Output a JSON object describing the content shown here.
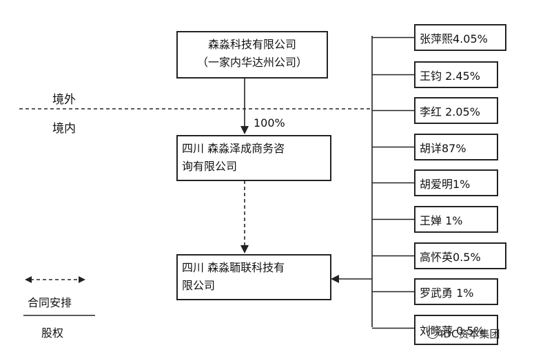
{
  "offshore_label": "境外",
  "onshore_label": "境内",
  "ownership_pct": "100%",
  "parent": {
    "name_line1": "森淼科技有限公司",
    "name_line2": "（一家内华达州公司）"
  },
  "wfoe": {
    "name_line1": "四川 森淼泽成商务咨",
    "name_line2": "询有限公司"
  },
  "vie": {
    "name_line1": "四川 森淼聏联科技有",
    "name_line2": "限公司"
  },
  "shareholders": [
    {
      "label": "张萍熙4.05%"
    },
    {
      "label": "王钧 2.45%"
    },
    {
      "label": "李红 2.05%"
    },
    {
      "label": "胡详87%"
    },
    {
      "label": "胡爱明1%"
    },
    {
      "label": "王婵 1%"
    },
    {
      "label": "高怀英0.5%"
    },
    {
      "label": "罗武勇 1%"
    },
    {
      "label": "刘晓萍 0.5%"
    }
  ],
  "legend": {
    "contract": "合同安排",
    "equity": "股权"
  },
  "watermark": "IDC资本集团"
}
